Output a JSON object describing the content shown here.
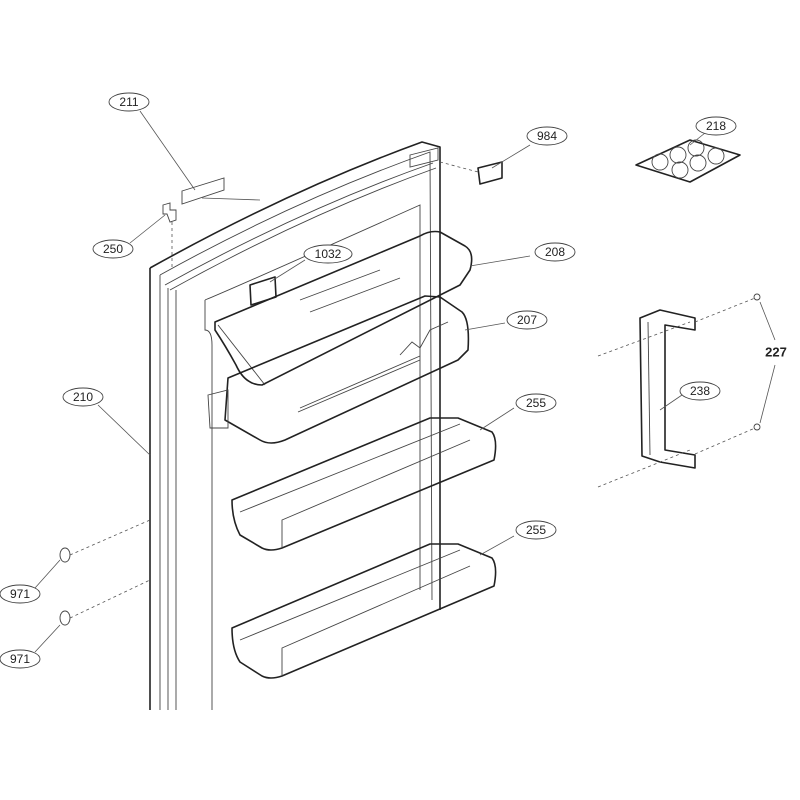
{
  "callouts": {
    "p211": "211",
    "p984": "984",
    "p218": "218",
    "p250": "250",
    "p1032": "1032",
    "p208": "208",
    "p207": "207",
    "p227": "227",
    "p238": "238",
    "p210": "210",
    "p255a": "255",
    "p255b": "255",
    "p971a": "971",
    "p971b": "971"
  }
}
